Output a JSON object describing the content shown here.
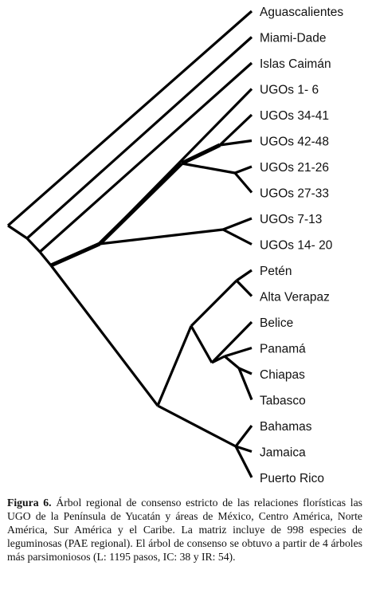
{
  "tree": {
    "leaves": [
      "Aguascalientes",
      "Miami-Dade",
      "Islas Caimán",
      "UGOs 1- 6",
      "UGOs 34-41",
      "UGOs 42-48",
      "UGOs 21-26",
      "UGOs 27-33",
      "UGOs 7-13",
      "UGOs 14- 20",
      "Petén",
      "Alta Verapaz",
      "Belice",
      "Panamá",
      "Chiapas",
      "Tabasco",
      "Bahamas",
      "Jamaica",
      "Puerto Rico"
    ],
    "bold_branch_color": "#000000"
  },
  "caption": {
    "label": "Figura 6.",
    "text": "Árbol regional de consenso estricto de las relaciones florísticas las UGO de la Península de Yucatán y áreas de México, Centro América, Norte América, Sur América y el Caribe. La matriz incluye de 998 especies de leguminosas (PAE regional). El árbol de consenso se obtuvo a partir de 4 árboles más parsimoniosos (L: 1195 pasos, IC: 38 y IR: 54)."
  }
}
